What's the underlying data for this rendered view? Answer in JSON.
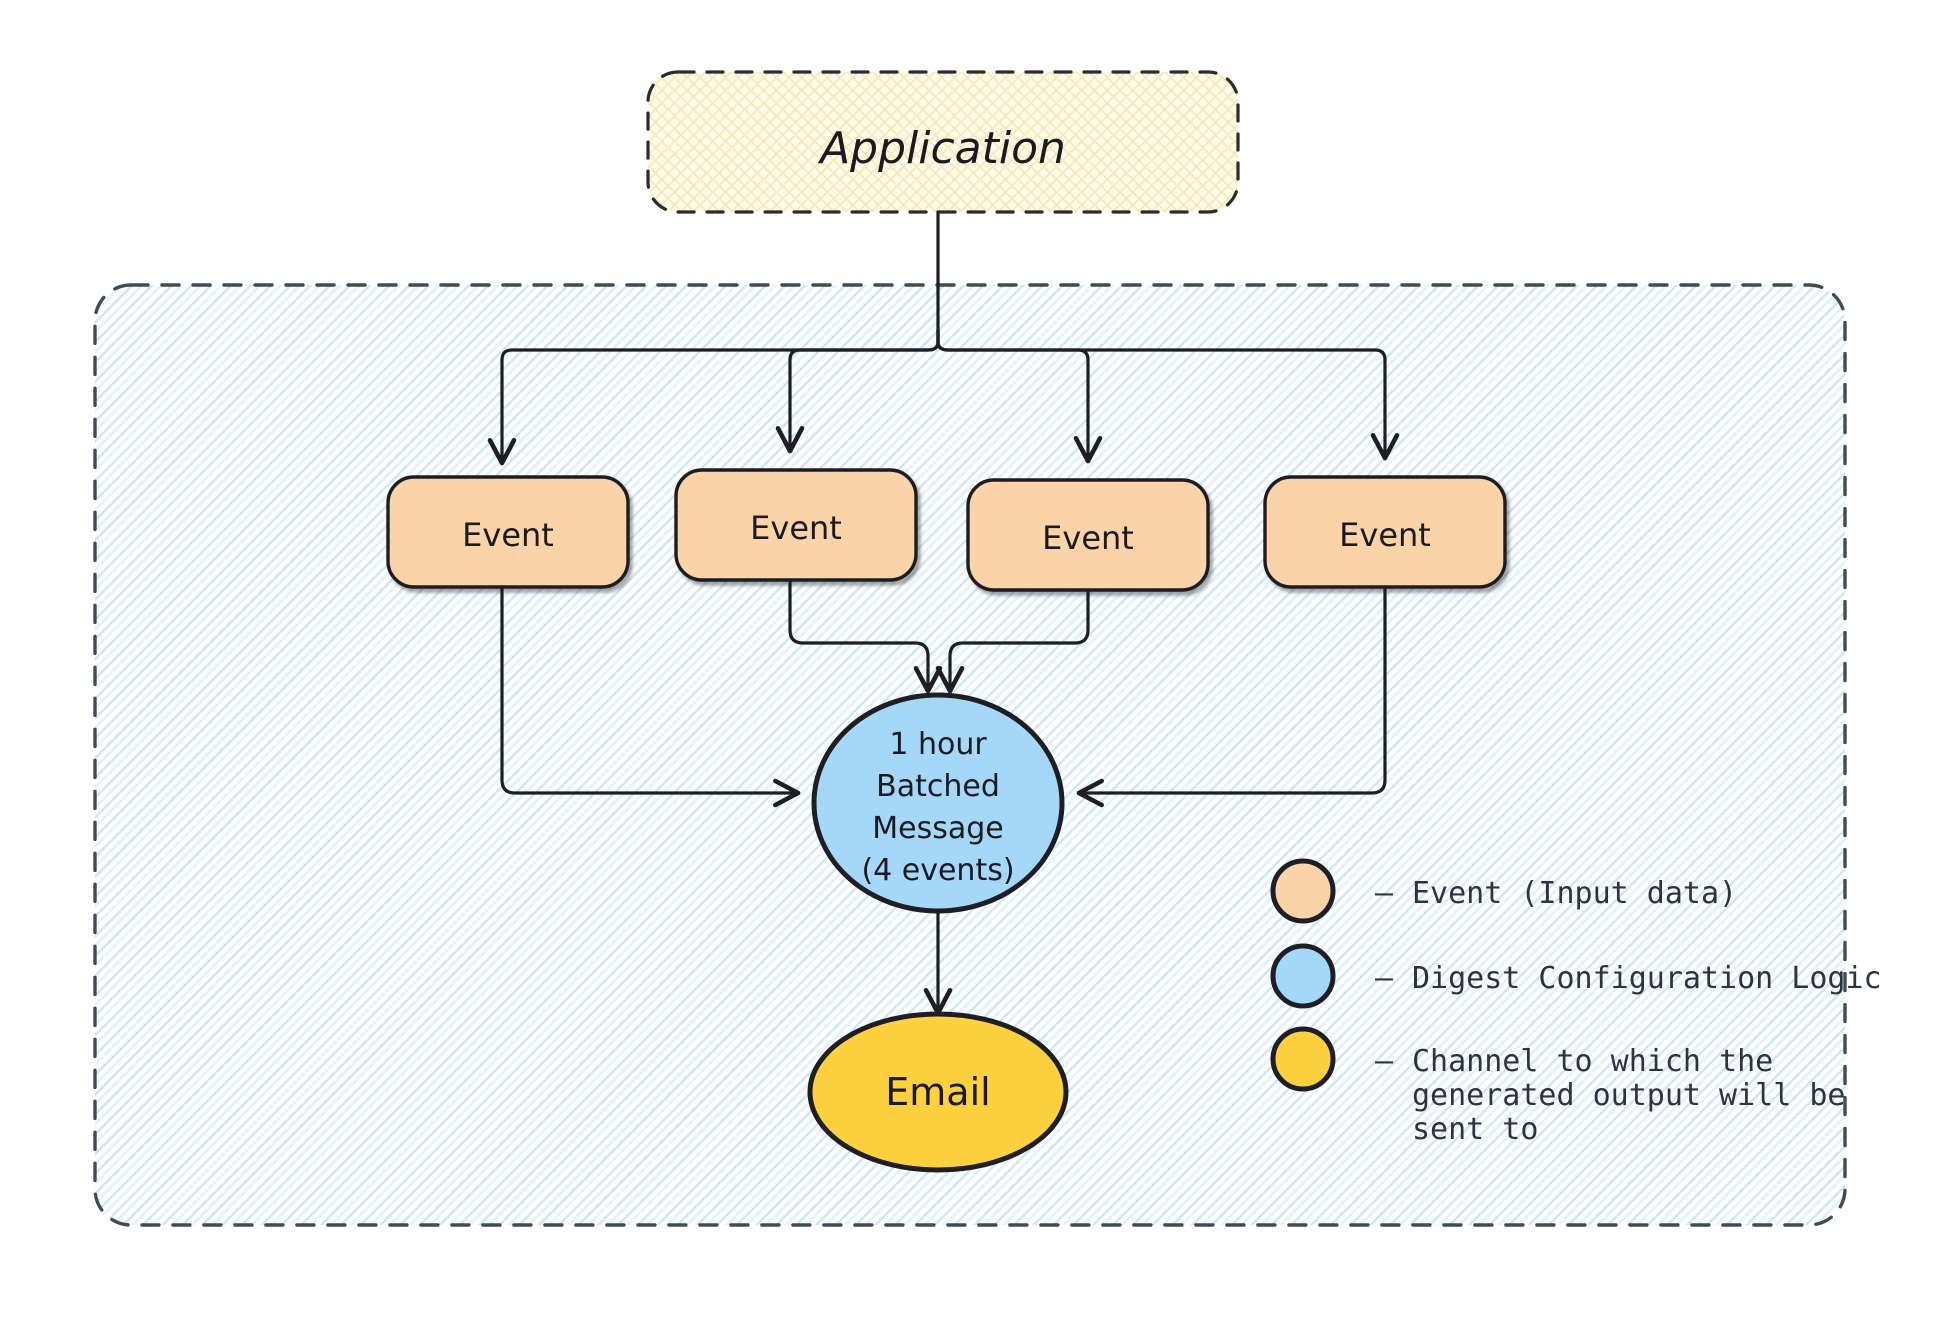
{
  "diagram": {
    "title_node": {
      "label": "Application",
      "fill": "#fbf3cf",
      "border": "#2b2b2b",
      "style": "dashed-hatched"
    },
    "container": {
      "fill": "#eaf4fb",
      "border": "#404b54",
      "style": "dashed-hatched"
    },
    "events": [
      {
        "label": "Event"
      },
      {
        "label": "Event"
      },
      {
        "label": "Event"
      },
      {
        "label": "Event"
      }
    ],
    "digest": {
      "lines": [
        "1 hour",
        "Batched",
        "Message",
        "(4 events)"
      ],
      "fill": "#a5d8f8",
      "border": "#1f1f23"
    },
    "channel": {
      "label": "Email",
      "fill": "#fdd13e",
      "border": "#1f1f23"
    },
    "event_fill": "#fad4a8",
    "event_border": "#1f1f23"
  },
  "legend": {
    "items": [
      {
        "color": "#fad4a8",
        "dash": "–",
        "lines": [
          "Event (Input data)"
        ]
      },
      {
        "color": "#a5d8f8",
        "dash": "–",
        "lines": [
          "Digest Configuration Logic"
        ]
      },
      {
        "color": "#fdd13e",
        "dash": "–",
        "lines": [
          "Channel to which the",
          "generated output will be",
          "sent to"
        ]
      }
    ]
  }
}
